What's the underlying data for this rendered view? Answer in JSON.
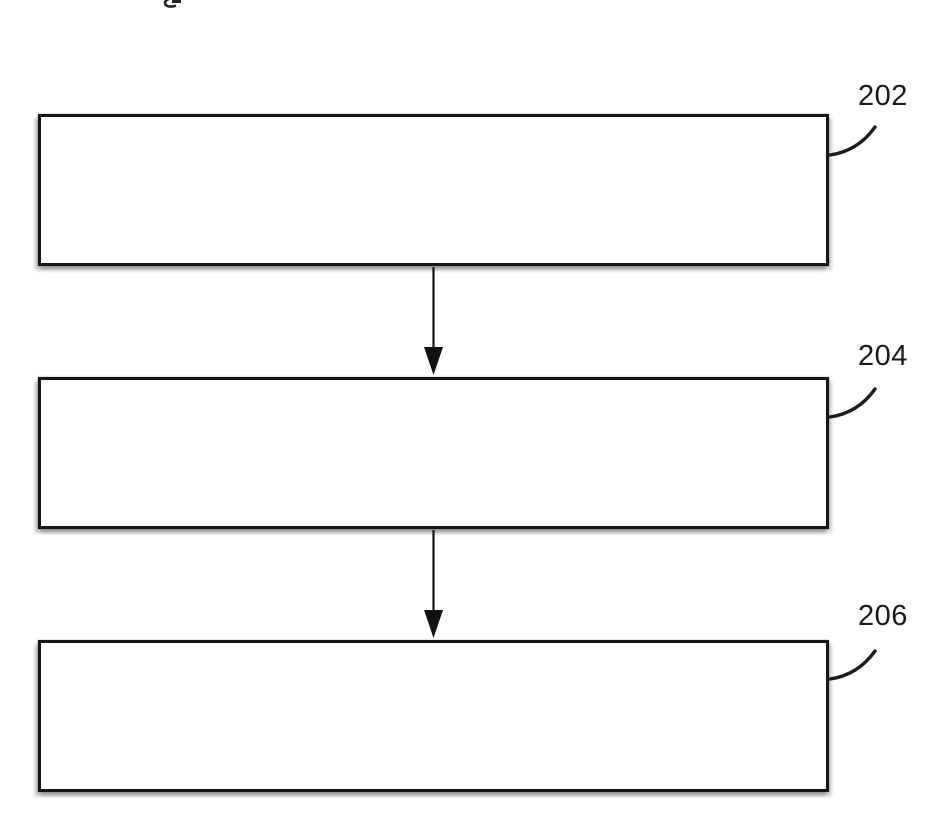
{
  "figure": {
    "background": "#ffffff",
    "line_color": "#161616",
    "label_color": "#1a1a1a",
    "boxes": [
      {
        "ref_label": "202",
        "content": ""
      },
      {
        "ref_label": "204",
        "content": ""
      },
      {
        "ref_label": "206",
        "content": ""
      }
    ]
  }
}
